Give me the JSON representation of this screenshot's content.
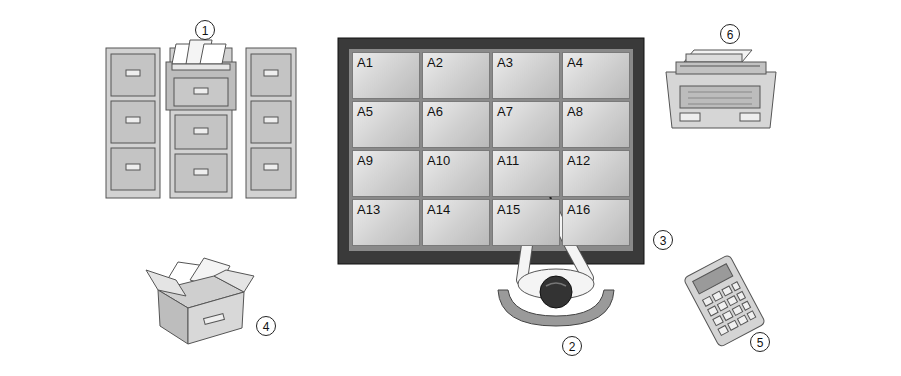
{
  "diagram": {
    "nodes": [
      {
        "text": [
          "A1"
        ]
      },
      {
        "text": [
          "A2"
        ]
      },
      {
        "text": [
          "A3"
        ]
      },
      {
        "text": [
          "A4"
        ]
      },
      {
        "text": [
          "A5"
        ]
      },
      {
        "text": [
          "A6"
        ]
      },
      {
        "text": [
          "A7"
        ]
      },
      {
        "text": [
          "A8"
        ]
      },
      {
        "text": [
          "A9"
        ]
      },
      {
        "text": [
          "A10"
        ]
      },
      {
        "text": [
          "A11"
        ]
      },
      {
        "text": [
          "A12"
        ]
      },
      {
        "text": [
          "A13"
        ]
      },
      {
        "text": [
          "A14"
        ]
      },
      {
        "text": [
          "A15"
        ]
      },
      {
        "text": [
          "A16"
        ]
      }
    ],
    "labels": [
      "1",
      "2",
      "3",
      "4",
      "5",
      "6"
    ]
  }
}
